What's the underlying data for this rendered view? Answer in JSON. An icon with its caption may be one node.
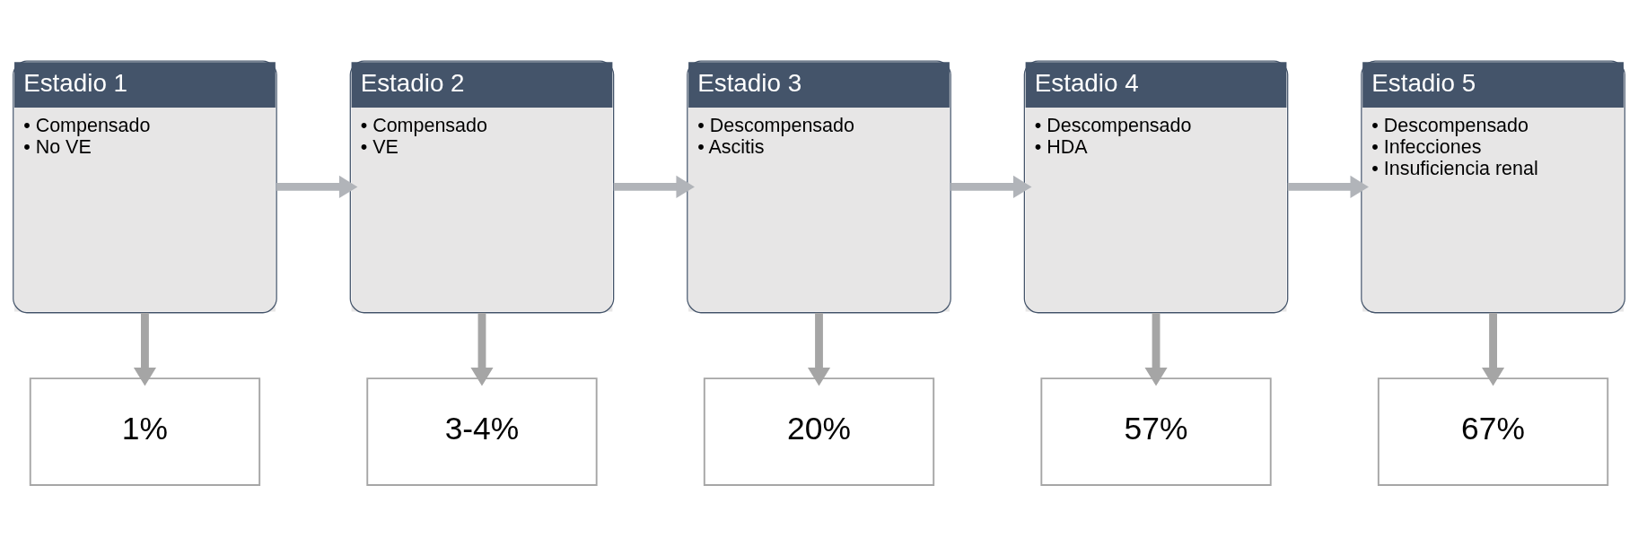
{
  "diagram": {
    "nodes": [
      {
        "text": [
          "Estadio 1",
          "• Compensado",
          "• No VE"
        ]
      },
      {
        "text": [
          "Estadio 2",
          "• Compensado",
          "• VE"
        ]
      },
      {
        "text": [
          "Estadio 3",
          "• Descompensado",
          "• Ascitis"
        ]
      },
      {
        "text": [
          "Estadio 4",
          "• Descompensado",
          "• HDA"
        ]
      },
      {
        "text": [
          "Estadio 5",
          "• Descompensado",
          "• Infecciones",
          "• Insuficiencia renal"
        ]
      },
      {
        "text": [
          "1%"
        ]
      },
      {
        "text": [
          "3-4%"
        ]
      },
      {
        "text": [
          "20%"
        ]
      },
      {
        "text": [
          "57%"
        ]
      },
      {
        "text": [
          "67%"
        ]
      }
    ],
    "edges": [
      {
        "from": 0,
        "to": 1,
        "arrow": "to",
        "color": "#b1b4b9"
      },
      {
        "from": 1,
        "to": 2,
        "arrow": "to",
        "color": "#b1b4b9"
      },
      {
        "from": 2,
        "to": 3,
        "arrow": "to",
        "color": "#b1b4b9"
      },
      {
        "from": 3,
        "to": 4,
        "arrow": "to",
        "color": "#b1b4b9"
      },
      {
        "from": 0,
        "to": 5,
        "arrow": "to"
      },
      {
        "from": 1,
        "to": 6,
        "arrow": "to"
      },
      {
        "from": 2,
        "to": 7,
        "arrow": "to"
      },
      {
        "from": 3,
        "to": 8,
        "arrow": "to"
      },
      {
        "from": 4,
        "to": 9,
        "arrow": "to"
      }
    ]
  }
}
